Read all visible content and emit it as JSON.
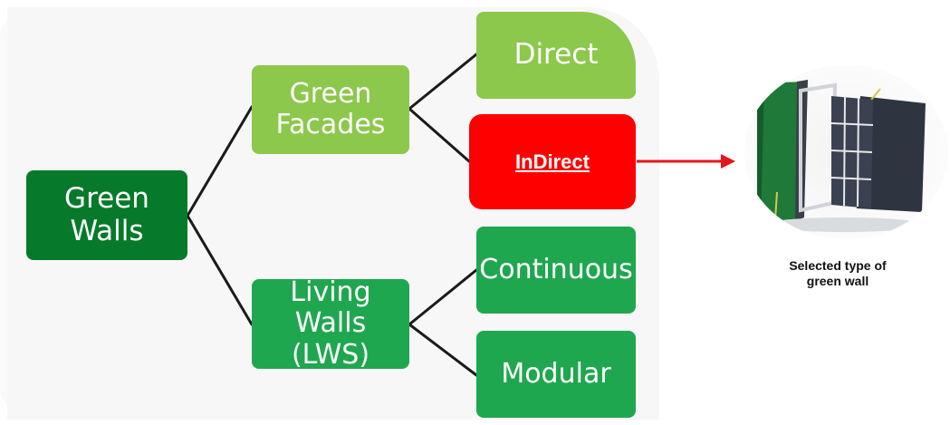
{
  "diagram": {
    "root": {
      "label": "Green\nWalls",
      "color": "#067a2a"
    },
    "facades": {
      "label": "Green\nFacades",
      "color": "#8cc84b"
    },
    "living_walls": {
      "label": "Living Walls\n(LWS)",
      "color": "#1fa74f"
    },
    "direct": {
      "label": "Direct"
    },
    "indirect": {
      "label": "InDirect",
      "color": "#ff0000"
    },
    "continuous": {
      "label": "Continuous"
    },
    "modular": {
      "label": "Modular"
    }
  },
  "selection": {
    "caption": "Selected type of\ngreen wall",
    "arrow_color": "#e8141b",
    "image": "green-wall-panel-illustration"
  }
}
